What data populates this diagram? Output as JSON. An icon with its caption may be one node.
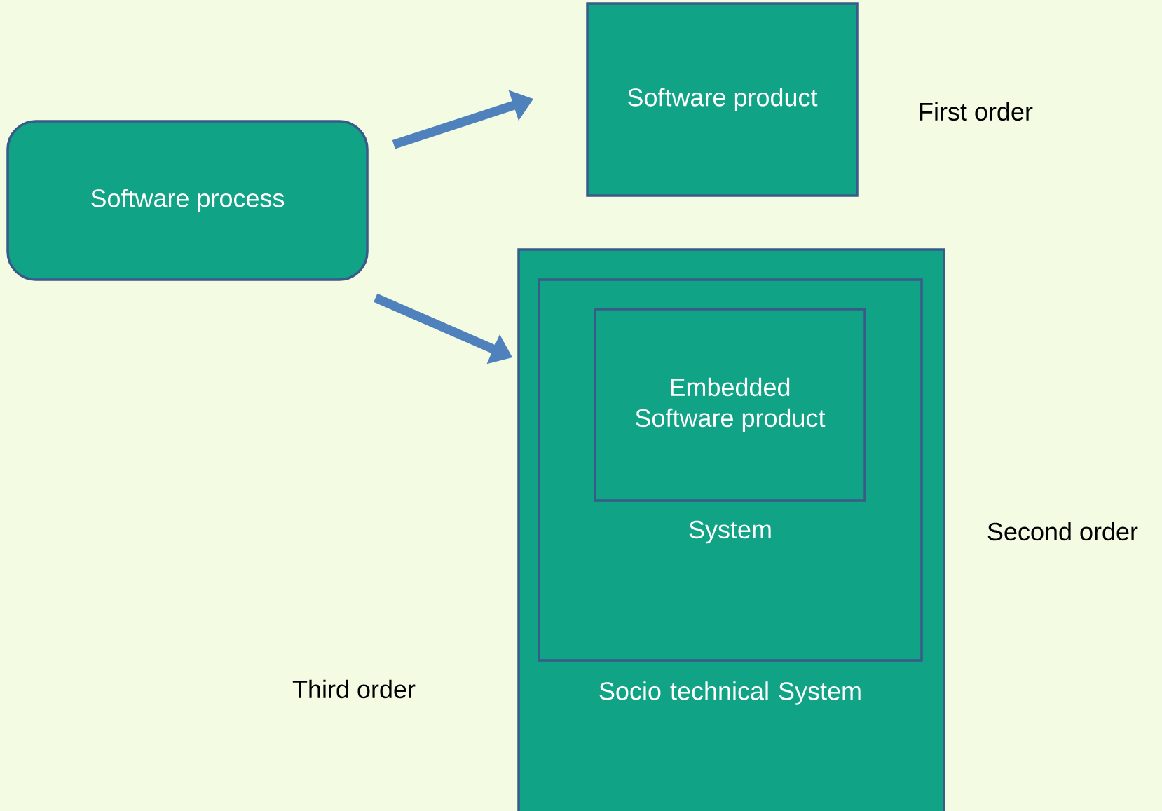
{
  "diagram": {
    "nodes": [
      {
        "text": [
          "Software process"
        ]
      },
      {
        "text": [
          "Software product"
        ]
      },
      {
        "text": [
          "Socio technical System"
        ]
      },
      {
        "text": [
          "System"
        ],
        "in": 2
      },
      {
        "text": [
          "Embedded Software product"
        ],
        "in": 3
      }
    ],
    "edges": [
      {
        "from": 0,
        "to": 1,
        "arrow": "to"
      },
      {
        "from": 0,
        "to": 2,
        "arrow": "to"
      }
    ],
    "labels": [
      "First order",
      "Second order",
      "Third order"
    ]
  }
}
